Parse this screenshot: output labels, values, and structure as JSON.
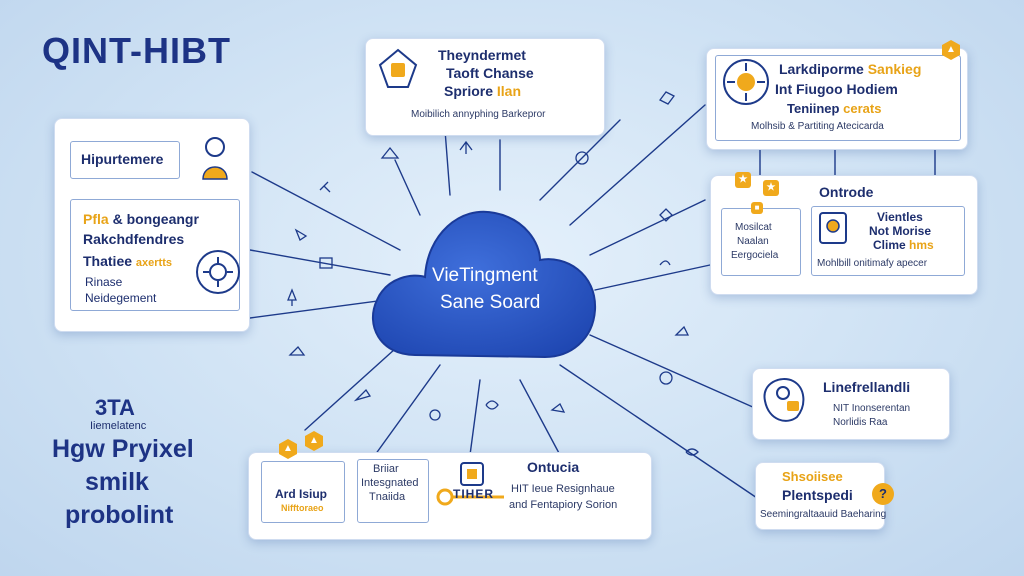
{
  "brand": {
    "title": "QINT-HIBT"
  },
  "side": {
    "line1": "3TA",
    "line2": "Iiemelatenc",
    "line3": "Hgw Pryixel",
    "line4": "smilk",
    "line5": "probolint"
  },
  "center": {
    "line1": "VieTingment",
    "line2": "Sane Soard"
  },
  "card_top_center": {
    "line1": "Theyndermet",
    "line2": "Taoft Chanse",
    "line3": "Spriore",
    "line3_accent": "Ilan",
    "caption": "Moibilich annyphing Barkepror"
  },
  "card_top_right": {
    "line1": "Larkdiporme",
    "line1_accent": "Sankieg",
    "line2": "Int Fiugoo Hodiem",
    "line3": "Teniinep",
    "line3_accent": "cerats",
    "caption": "Molhsib & Partiting Atecicarda"
  },
  "card_left": {
    "label_box": "Hipurtemere",
    "line1": "Pfla",
    "line1_rest": "& bongeangr",
    "line2": "Rakchdfendres",
    "line3": "Thatiee",
    "line3_accent": "axertts",
    "line4": "Rinase",
    "line5": "Neidegement"
  },
  "card_mid_right": {
    "title": "Ontrode",
    "box_line1": "Mosilcat",
    "box_line2": "Naalan",
    "box_line3": "Eergociela",
    "line1": "Vientles",
    "line2": "Not Morise",
    "line3": "Clime",
    "line3_accent": "hms",
    "caption": "Mohlbill onitimafy apecer"
  },
  "card_right_lower": {
    "title": "Linefrellandli",
    "line1": "NIT Inonserentan",
    "line2": "Norlidis Raa"
  },
  "card_bottom_right": {
    "line1": "Shsoiisee",
    "line2": "Plentspedi",
    "caption": "Seemingraltaauid Baeharing",
    "badge": "?"
  },
  "card_bottom": {
    "box1_line1": "Ard Isiup",
    "box1_line2": "Nifftoraeo",
    "box2_line1": "Briiar",
    "box2_line2": "Intesgnated",
    "box2_line3": "Tnaiida",
    "title": "Ontucia",
    "line1": "HIT Ieue Resignhaue",
    "line2": "and Fentapiory Sorion",
    "key_label": "TIHER"
  },
  "colors": {
    "primary": "#1d3385",
    "accent": "#f0a91c",
    "line": "#1d3a8a",
    "cloud": "#2f5cc8"
  }
}
